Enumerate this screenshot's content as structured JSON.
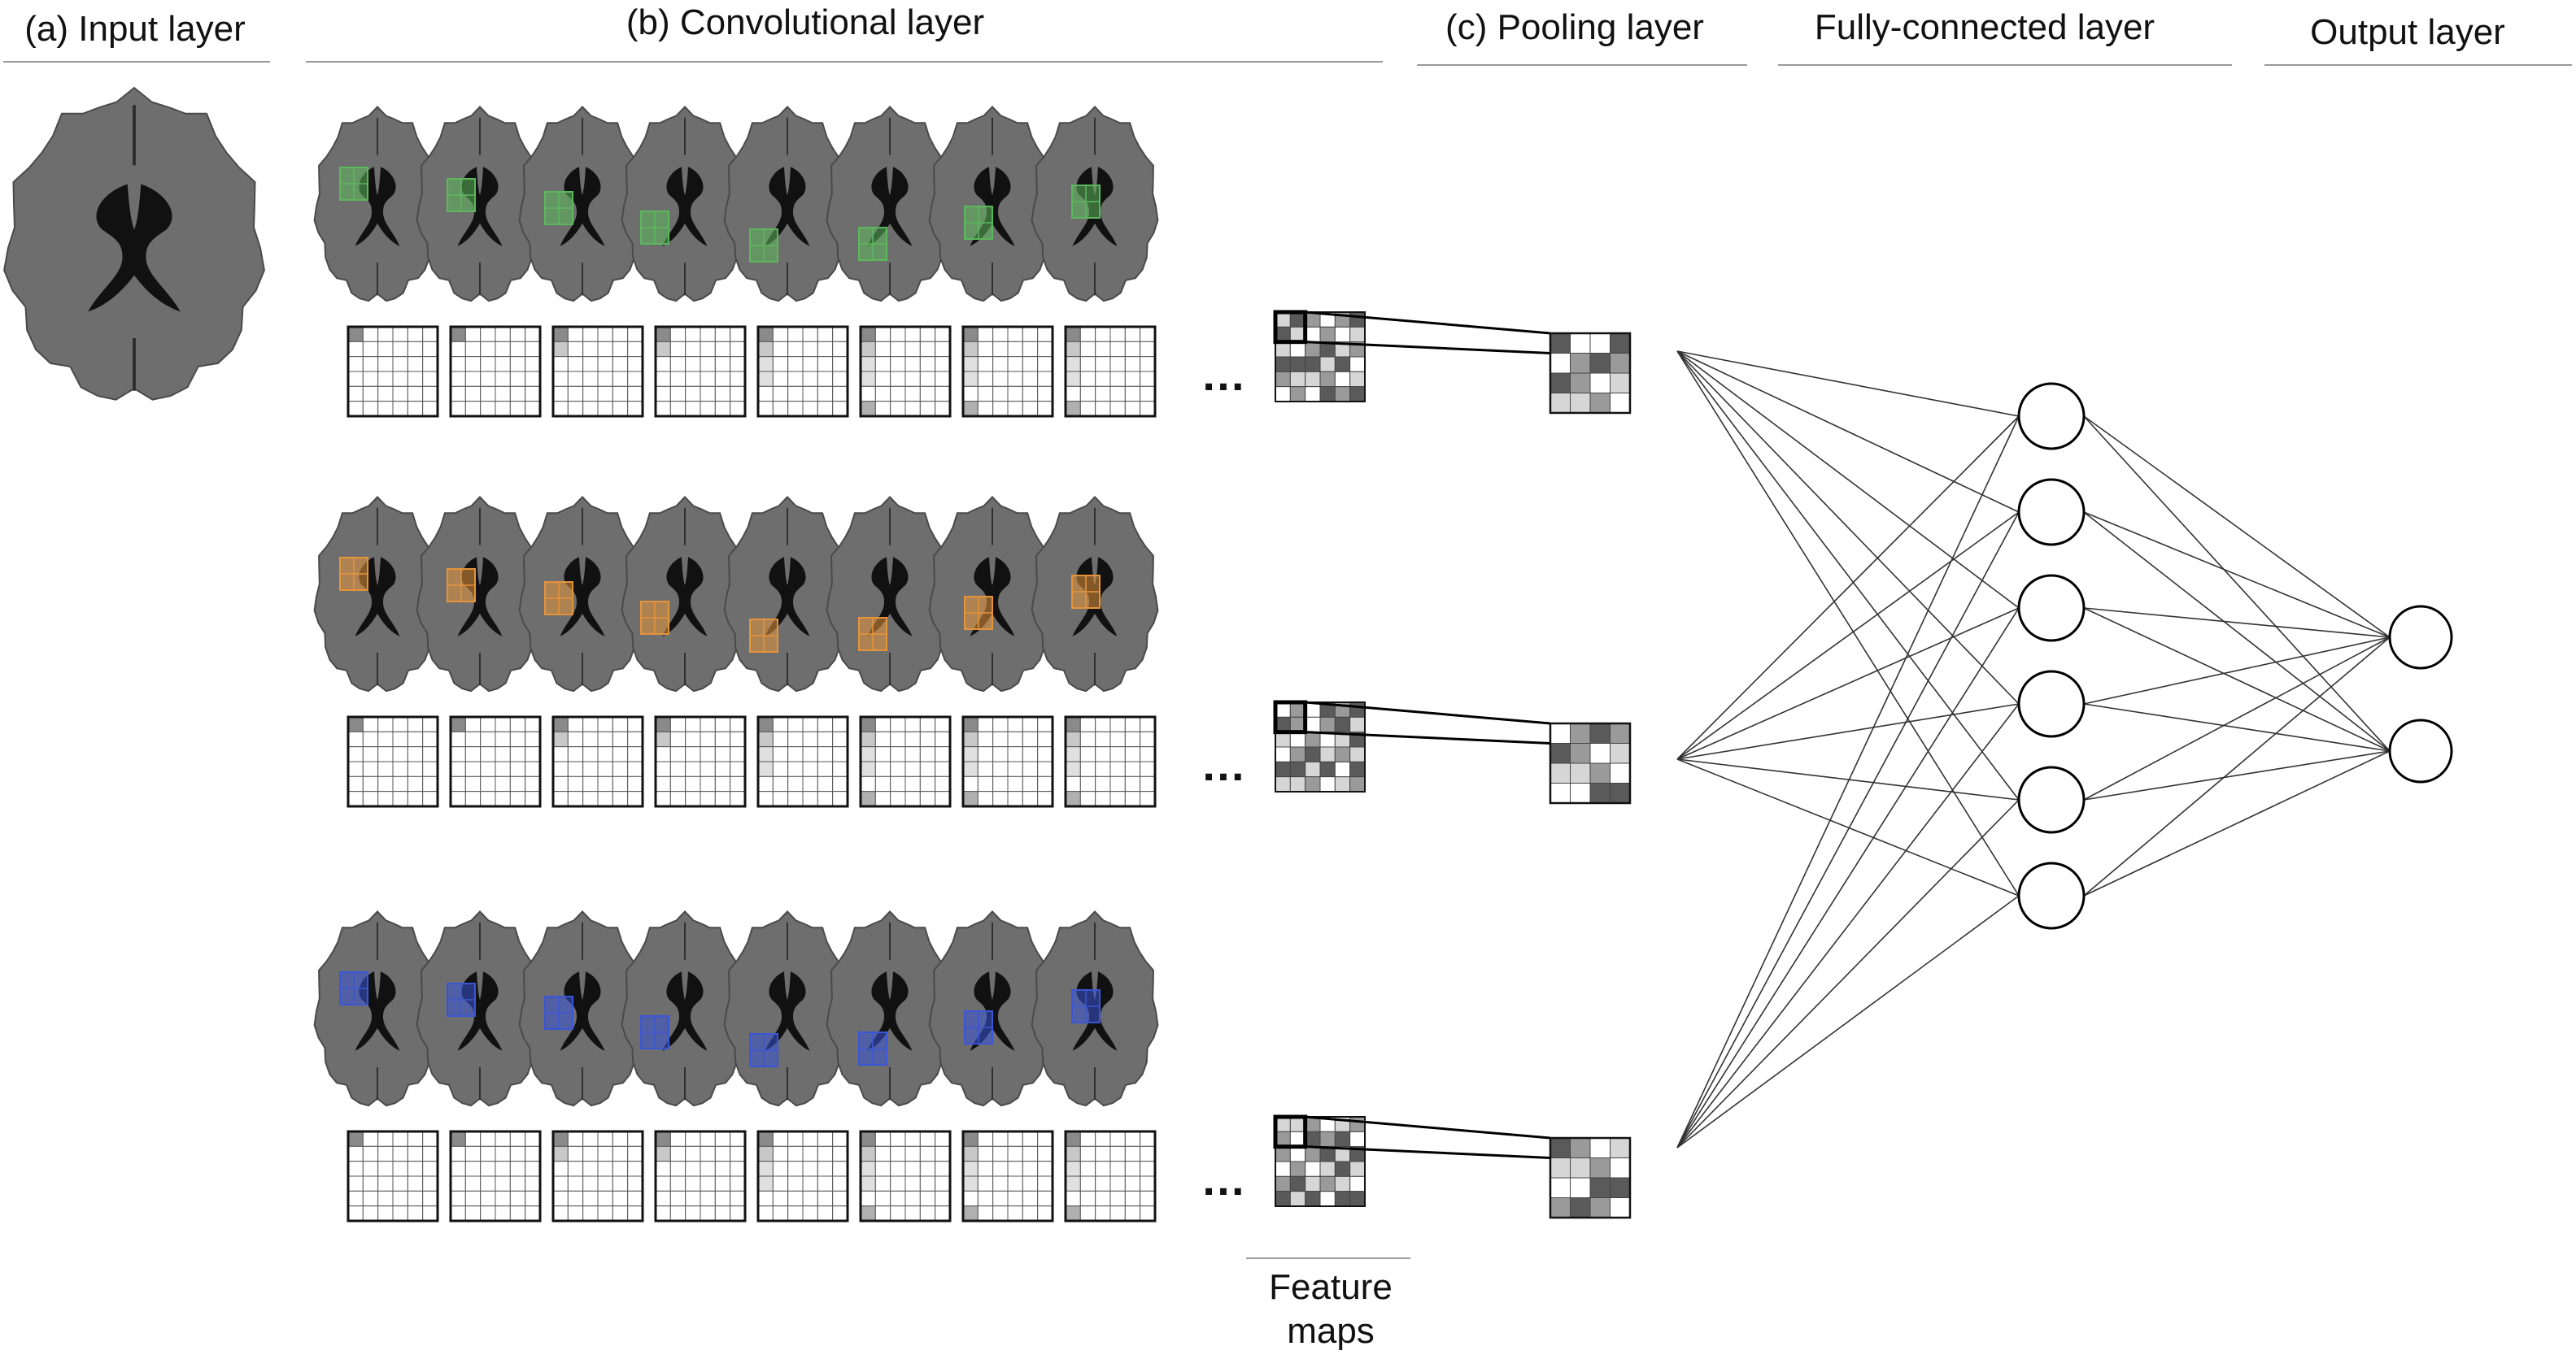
{
  "headers": {
    "input": "(a) Input layer",
    "conv": "(b) Convolutional layer",
    "pool": "(c) Pooling layer",
    "fc": "Fully-connected layer",
    "output": "Output layer"
  },
  "feature_maps_label": [
    "Feature",
    "maps"
  ],
  "ellipsis": "…",
  "colors": {
    "brain": "#6e6e6e",
    "brain_outline": "#4a4a4a",
    "ventricle": "#111111",
    "filter_row_1": "#5cb85c",
    "filter_row_2": "#e6943a",
    "filter_row_3": "#3a56d6",
    "line": "#333333",
    "header_rule": "#9a9a9a"
  },
  "conv_rows": [
    {
      "name": "green-filter",
      "color_key": "filter_row_1"
    },
    {
      "name": "orange-filter",
      "color_key": "filter_row_2"
    },
    {
      "name": "blue-filter",
      "color_key": "filter_row_3"
    }
  ],
  "slices_per_row": 8,
  "pooled_map_cells": [
    3,
    0,
    3,
    1,
    0,
    2,
    2,
    1,
    0,
    3,
    0,
    2,
    3,
    2,
    1,
    0
  ],
  "feature_map_cells": [
    1,
    3,
    1,
    3,
    2,
    0,
    3,
    1,
    0,
    3,
    1,
    2,
    2,
    0,
    2,
    3,
    1,
    0,
    0,
    2,
    3,
    1,
    2,
    3,
    2,
    0,
    1,
    3,
    0,
    2,
    3,
    1,
    2,
    0,
    1,
    3
  ],
  "fc_neurons": 6,
  "output_neurons": 2
}
